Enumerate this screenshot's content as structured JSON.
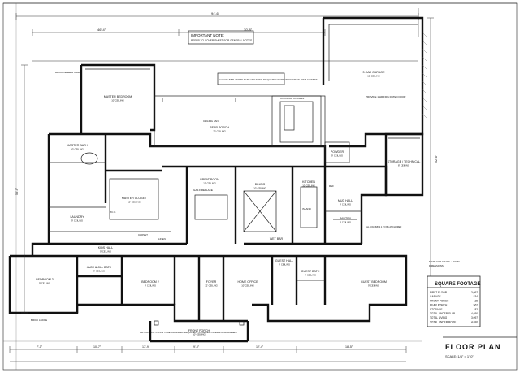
{
  "title_block": {
    "title": "FLOOR PLAN",
    "scale": "SCALE: 1/4\" = 1'-0\""
  },
  "notes": {
    "important_note_title": "IMPORTANT NOTE:",
    "important_note_text": "REFER TO COVER SHEET FOR GENERAL NOTES",
    "porch_note": "ALL COLUMNS / POSTS TO BE ANCHORED ADEQUATELY TO PREVENT LATERAL DISPLACEMENT",
    "front_note": "ALL COLUMNS / POSTS TO BE ANCHORED ADEQUATELY TO PREVENT LATERAL DISPLACEMENT",
    "garage_note": "PROVIDE 1 HR FIRE RATED DOOR",
    "pantry_note": "ALL COLUMNS 1 TO BE ANCHORED"
  },
  "rooms": [
    {
      "key": "master_bedroom",
      "name": "MASTER BEDROOM",
      "ceiling": "10' CEILING"
    },
    {
      "key": "master_bath",
      "name": "MASTER BATH",
      "ceiling": "10' CEILING"
    },
    {
      "key": "master_closet",
      "name": "MASTER CLOSET",
      "ceiling": "10' CEILING"
    },
    {
      "key": "rear_porch",
      "name": "REAR PORCH",
      "ceiling": "10' CEILING"
    },
    {
      "key": "great_room",
      "name": "GREAT ROOM",
      "ceiling": "12' CEILING"
    },
    {
      "key": "dining",
      "name": "DINING",
      "ceiling": "10' CEILING"
    },
    {
      "key": "kitchen",
      "name": "KITCHEN",
      "ceiling": "10' CEILING"
    },
    {
      "key": "garage",
      "name": "3 CAR GARAGE",
      "ceiling": "10' CEILING"
    },
    {
      "key": "storage",
      "name": "STORAGE / TECHNICAL",
      "ceiling": "8' CEILING"
    },
    {
      "key": "powder",
      "name": "POWDER",
      "ceiling": "9' CEILING"
    },
    {
      "key": "laundry",
      "name": "LAUNDRY",
      "ceiling": "9' CEILING"
    },
    {
      "key": "kids_hall",
      "name": "KIDS HALL",
      "ceiling": "9' CEILING"
    },
    {
      "key": "bedroom_3",
      "name": "BEDROOM 3",
      "ceiling": "9' CEILING"
    },
    {
      "key": "bedroom_2",
      "name": "BEDROOM 2",
      "ceiling": "9' CEILING"
    },
    {
      "key": "jack_jill_bath",
      "name": "JACK & JILL BATH",
      "ceiling": "9' CEILING"
    },
    {
      "key": "foyer",
      "name": "FOYER",
      "ceiling": "12' CEILING"
    },
    {
      "key": "front_porch",
      "name": "FRONT PORCH",
      "ceiling": "10' CEILING"
    },
    {
      "key": "home_office",
      "name": "HOME OFFICE",
      "ceiling": "10' CEILING"
    },
    {
      "key": "guest_bath",
      "name": "GUEST BATH",
      "ceiling": "9' CEILING"
    },
    {
      "key": "guest_bedroom",
      "name": "GUEST BEDROOM",
      "ceiling": "9' CEILING"
    },
    {
      "key": "pantry",
      "name": "PANTRY",
      "ceiling": "9' CEILING"
    },
    {
      "key": "mud_hall",
      "name": "MUD HALL",
      "ceiling": "9' CEILING"
    },
    {
      "key": "wet_bar",
      "name": "WET BAR",
      "ceiling": ""
    },
    {
      "key": "guest_hall",
      "name": "GUEST HALL",
      "ceiling": "9' CEILING"
    }
  ],
  "dimensions": {
    "top_total": "94'-6\"",
    "top_left": "46'-4\"",
    "top_right": "30'-8\"",
    "bottom_a": "7'-1\"",
    "bottom_b": "10'-7\"",
    "bottom_c": "17'-9\"",
    "bottom_d": "9'-0\"",
    "bottom_e": "12'-4\"",
    "bottom_f": "18'-5\"",
    "left_total": "58'-0\"",
    "right_total": "52'-8\""
  },
  "misc_labels": {
    "brick_veneer": "BRICK VENEER WALL",
    "ceiling_fan": "CEILING FAN",
    "gas_fireplace": "GAS FIREPLACE",
    "outdoor_kitchen": "OUTDOOR KITCHEN",
    "closet": "CLOSET",
    "linen": "LINEN",
    "wic": "W.I.C.",
    "fridge": "REF",
    "island": "ISLAND",
    "brick_ledge": "BRICK LEDGE"
  },
  "square_footage": {
    "heading": "SQUARE FOOTAGE",
    "rows": [
      {
        "label": "FIRST FLOOR",
        "value": "3,097"
      },
      {
        "label": "GARAGE",
        "value": "834"
      },
      {
        "label": "FRONT PORCH",
        "value": "115"
      },
      {
        "label": "REAR PORCH",
        "value": "562"
      },
      {
        "label": "STORAGE",
        "value": "82"
      },
      {
        "label": "TOTAL UNDER SLAB",
        "value": "4,690"
      },
      {
        "label": "TOTAL LIVING",
        "value": "3,097"
      },
      {
        "label": "TOTAL UNDER ROOF",
        "value": "4,690"
      }
    ],
    "note_a": "NOTE: FOR GRADE + DOOR",
    "note_b": "DIMENSIONS"
  },
  "colors": {
    "ink": "#111111",
    "paper": "#ffffff",
    "hatch": "#555555"
  }
}
